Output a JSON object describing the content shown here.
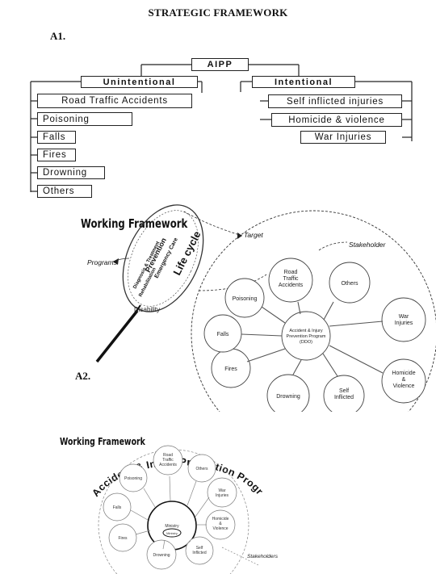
{
  "title": "STRATEGIC FRAMEWORK",
  "section_a1": {
    "label": "A1.",
    "root": "AIPP",
    "unintentional": {
      "label": "Unintentional",
      "items": [
        "Road Traffic Accidents",
        "Poisoning",
        "Falls",
        "Fires",
        "Drowning",
        "Others"
      ]
    },
    "intentional": {
      "label": "Intentional",
      "items": [
        "Self inflicted injuries",
        "Homicide & violence",
        "War Injuries"
      ]
    }
  },
  "section_a2": {
    "label": "A2.",
    "title": "Working Framework",
    "target": "Target",
    "stakeholder": "Stakeholder",
    "programs": "Programs",
    "lens": {
      "prevention": "Prevention",
      "emergency_care": "Emergency Care",
      "diagnosis": "Diagnosis & Treatment",
      "rehabilitation": "Rehabilitation",
      "life_cycle": "Life cycle",
      "disability": "Disability"
    },
    "center_lines": [
      "Accident & Injury",
      "Prevention Program",
      "(DDO)"
    ],
    "nodes": {
      "road": [
        "Road",
        "Traffic",
        "Accidents"
      ],
      "others": [
        "Others"
      ],
      "war": [
        "War",
        "Injuries"
      ],
      "homicide": [
        "Homicide",
        "&",
        "Violence"
      ],
      "self": [
        "Self",
        "Inflicted"
      ],
      "drowning": [
        "Drowning"
      ],
      "fires": [
        "Fires"
      ],
      "falls": [
        "Falls"
      ],
      "poisoning": [
        "Poisoning"
      ]
    }
  },
  "section_a3": {
    "title": "Working Framework",
    "arc_title": "Accident & Injury Prevention Program (DDO)",
    "center": "Ministry",
    "center_sub": "Ministry",
    "stakeholders": "Stakeholders",
    "nodes": {
      "road": [
        "Road",
        "Traffic",
        "Accidents"
      ],
      "others": [
        "Others"
      ],
      "war": [
        "War",
        "Injuries"
      ],
      "homicide": [
        "Homicide",
        "&",
        "Violence"
      ],
      "self": [
        "Self",
        "Inflicted"
      ],
      "drowning": [
        "Drowning"
      ],
      "fires": [
        "Fires"
      ],
      "falls": [
        "Falls"
      ],
      "poisoning": [
        "Poisoning"
      ]
    }
  }
}
